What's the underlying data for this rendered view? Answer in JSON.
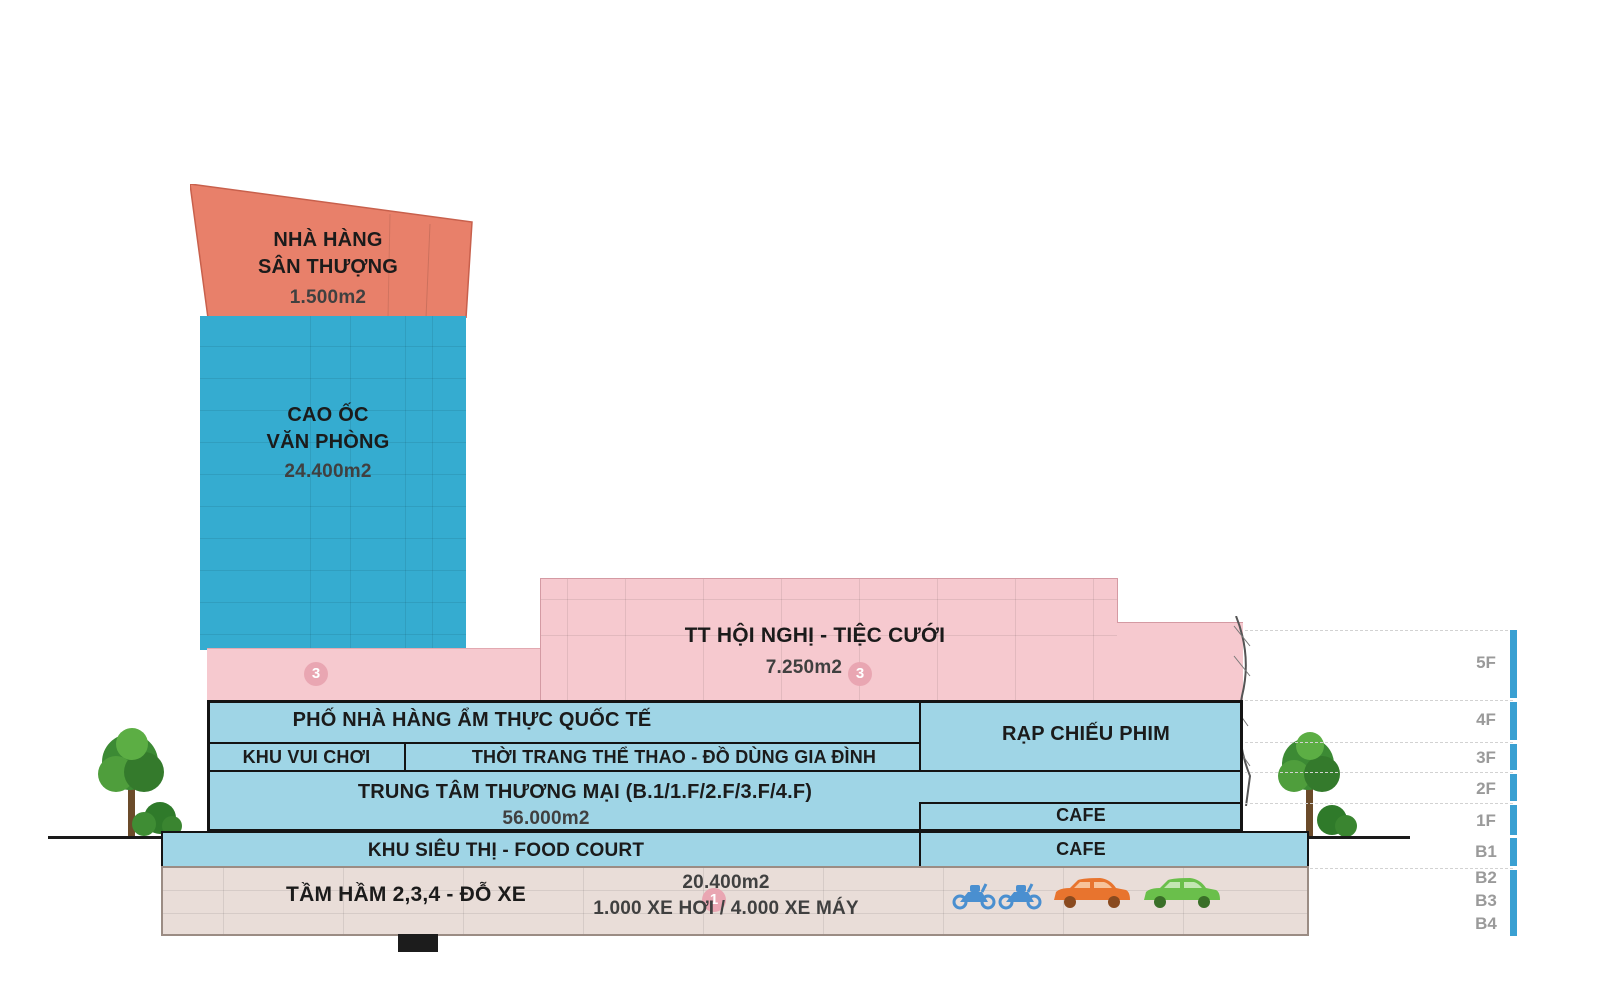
{
  "zones": {
    "rooftop": {
      "line1": "NHÀ HÀNG",
      "line2": "SÂN THƯỢNG",
      "area": "1.500m2"
    },
    "office": {
      "line1": "CAO ỐC",
      "line2": "VĂN PHÒNG",
      "area": "24.400m2"
    },
    "conference": {
      "title": "TT HỘI NGHỊ - TIỆC CƯỚI",
      "area": "7.250m2"
    },
    "food_street": "PHỐ NHÀ HÀNG ẨM THỰC QUỐC TẾ",
    "cinema": "RẠP CHIẾU PHIM",
    "playground": "KHU VUI CHƠI",
    "fashion": "THỜI TRANG THỂ THAO - ĐỒ DÙNG GIA ĐÌNH",
    "mall": {
      "title": "TRUNG TÂM THƯƠNG MẠI (B.1/1.F/2.F/3.F/4.F)",
      "area": "56.000m2"
    },
    "cafe_1f": "CAFE",
    "supermarket": "KHU SIÊU THỊ - FOOD COURT",
    "cafe_b1": "CAFE",
    "basement": {
      "title": "TẦM HẦM 2,3,4 - ĐỖ XE",
      "area": "20.400m2",
      "capacity": "1.000 XE HƠI / 4.000 XE MÁY"
    }
  },
  "markers": [
    "3",
    "3",
    "1"
  ],
  "floors": [
    "5F",
    "4F",
    "3F",
    "2F",
    "1F",
    "B1",
    "B2",
    "B3",
    "B4"
  ],
  "colors": {
    "rooftop": "#e8806a",
    "office": "#35acd0",
    "conference": "#f6c9cf",
    "retail": "#9fd5e6",
    "basement": "#e9ddd8",
    "floor_bar": "#3aa0d2",
    "motorbike": "#4a8fd0",
    "car_orange": "#e8742e",
    "car_green": "#6abf4b"
  },
  "icons": [
    "tree-icon",
    "motorbike-icon",
    "car-icon"
  ]
}
